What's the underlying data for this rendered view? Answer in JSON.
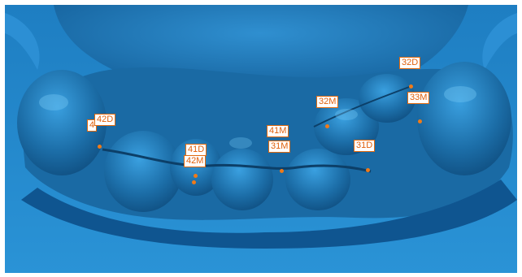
{
  "viewer": {
    "model": "dental-arch-scan",
    "surface_color": "#1f7fc0",
    "marker_color": "#f07a18",
    "label_text_color": "#e0600c"
  },
  "landmarks": [
    {
      "id": "42D",
      "label": "42D"
    },
    {
      "id": "42M-hidden",
      "label": "4"
    },
    {
      "id": "41D",
      "label": "41D"
    },
    {
      "id": "42M",
      "label": "42M"
    },
    {
      "id": "41M",
      "label": "41M"
    },
    {
      "id": "31M",
      "label": "31M"
    },
    {
      "id": "32M",
      "label": "32M"
    },
    {
      "id": "31D",
      "label": "31D"
    },
    {
      "id": "32D",
      "label": "32D"
    },
    {
      "id": "33M",
      "label": "33M"
    }
  ]
}
